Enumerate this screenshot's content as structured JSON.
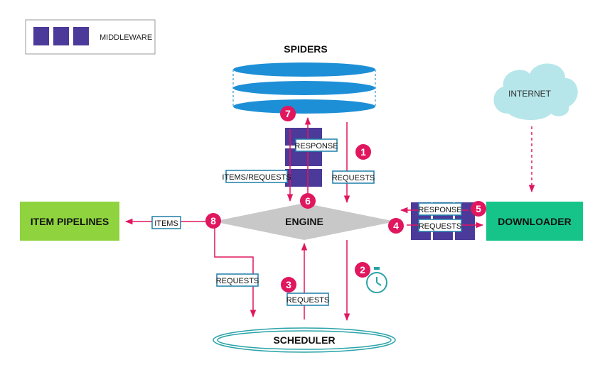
{
  "legend": {
    "label": "MIDDLEWARE"
  },
  "components": {
    "spiders": "SPIDERS",
    "engine": "ENGINE",
    "scheduler": "SCHEDULER",
    "downloader": "DOWNLOADER",
    "item_pipelines": "ITEM PIPELINES",
    "internet": "INTERNET"
  },
  "flow_labels": {
    "requests_spider_engine": "REQUESTS",
    "response_engine_spider": "RESPONSE",
    "items_requests_spider_engine": "ITEMS/REQUESTS",
    "items_to_pipelines": "ITEMS",
    "requests_to_scheduler": "REQUESTS",
    "requests_scheduler_engine": "REQUESTS",
    "response_downloader_engine": "RESPONSE",
    "requests_engine_downloader": "REQUESTS"
  },
  "steps": {
    "s1": "1",
    "s2": "2",
    "s3": "3",
    "s4": "4",
    "s5": "5",
    "s6": "6",
    "s7": "7",
    "s8": "8"
  },
  "colors": {
    "arrow": "#e0165e",
    "step_badge": "#e0165e",
    "middleware": "#4b3a9a",
    "spider_disk": "#1d8fd6",
    "pipelines": "#8fd33e",
    "downloader": "#16c48a",
    "engine": "#c8c8c8",
    "internet": "#b6e6ea",
    "scheduler": "#2aa3a8",
    "label_border": "#1f7fa8"
  }
}
